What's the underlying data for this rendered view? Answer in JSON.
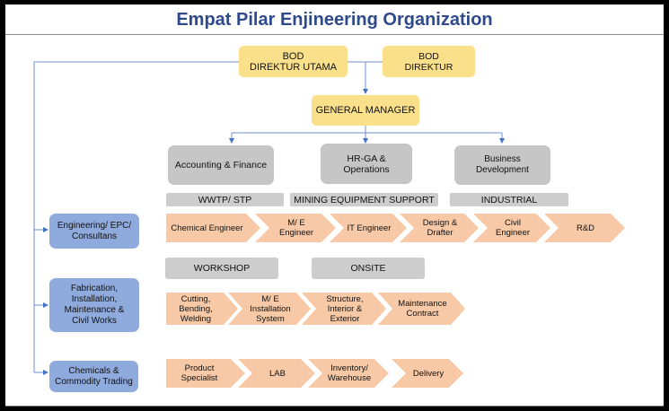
{
  "title": "Empat Pilar Enjineering Organization",
  "colors": {
    "title": "#2e4a8a",
    "board": "#fbe08b",
    "department": "#c6c6c6",
    "division": "#8faadc",
    "function": "#f7c9a6",
    "connector": "#4472c4"
  },
  "board": {
    "direktur_utama": "BOD\nDIREKTUR UTAMA",
    "direktur": "BOD\nDIREKTUR",
    "general_manager": "GENERAL MANAGER"
  },
  "departments": [
    "Accounting & Finance",
    "HR-GA &\nOperations",
    "Business\nDevelopment"
  ],
  "sectors": [
    "WWTP/ STP",
    "MINING EQUIPMENT SUPPORT",
    "INDUSTRIAL"
  ],
  "locations": [
    "WORKSHOP",
    "ONSITE"
  ],
  "divisions": [
    {
      "name": "Engineering/ EPC/\nConsultans",
      "functions": [
        "Chemical Engineer",
        "M/ E\nEngineer",
        "IT Engineer",
        "Design &\nDrafter",
        "Civil\nEngineer",
        "R&D"
      ]
    },
    {
      "name": "Fabrication,\nInstallation,\nMaintenance &\nCivil Works",
      "functions": [
        "Cutting,\nBending,\nWelding",
        "M/ E\nInstallation\nSystem",
        "Structure,\nInterior &\nExterior",
        "Maintenance\nContract"
      ]
    },
    {
      "name": "Chemicals &\nCommodity Trading",
      "functions": [
        "Product\nSpecialist",
        "LAB",
        "Inventory/\nWarehouse",
        "Delivery"
      ]
    }
  ]
}
